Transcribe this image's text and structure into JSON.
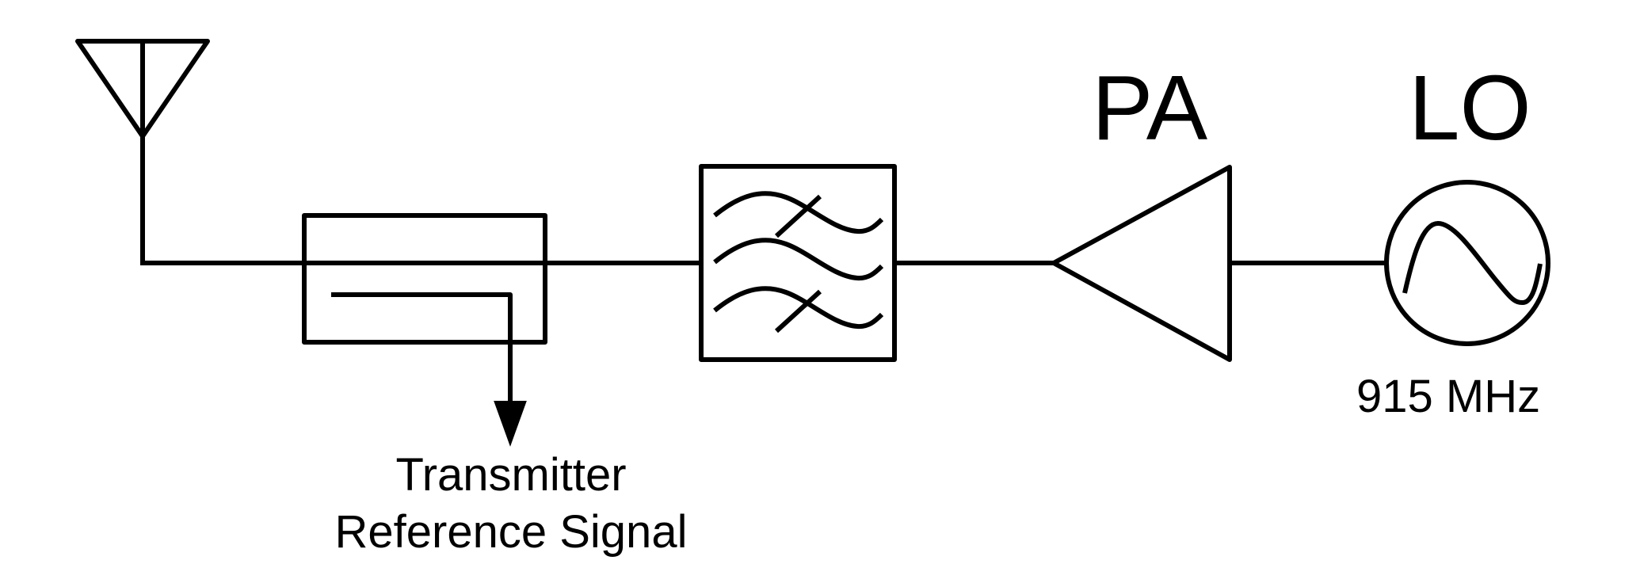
{
  "diagram": {
    "labels": {
      "pa": "PA",
      "lo": "LO",
      "lo_frequency": "915 MHz",
      "reference_line1": "Transmitter",
      "reference_line2": "Reference Signal"
    },
    "components": [
      {
        "name": "antenna",
        "symbol": "antenna-icon"
      },
      {
        "name": "directional-coupler",
        "symbol": "coupler-icon"
      },
      {
        "name": "bandpass-filter",
        "symbol": "filter-icon"
      },
      {
        "name": "power-amplifier",
        "symbol": "amplifier-triangle-icon"
      },
      {
        "name": "local-oscillator",
        "symbol": "sine-source-icon"
      }
    ],
    "colors": {
      "stroke": "#000000",
      "background": "#ffffff"
    }
  }
}
